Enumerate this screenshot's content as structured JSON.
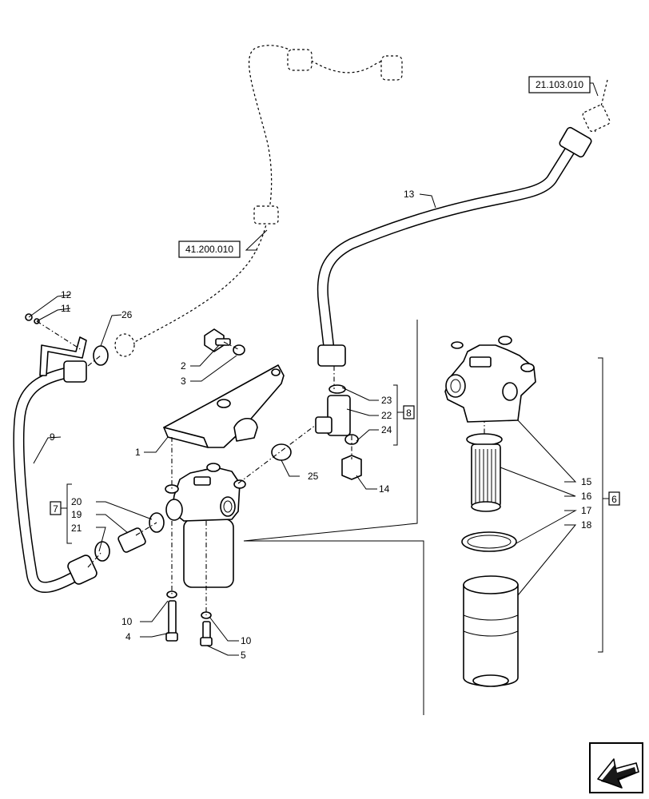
{
  "references": {
    "ref_200": "41.200.010",
    "ref_103": "21.103.010"
  },
  "callouts": {
    "c1": "1",
    "c2": "2",
    "c3": "3",
    "c4": "4",
    "c5": "5",
    "c9": "9",
    "c10a": "10",
    "c10b": "10",
    "c11": "11",
    "c12": "12",
    "c13": "13",
    "c14": "14",
    "c15": "15",
    "c16": "16",
    "c17": "17",
    "c18": "18",
    "c19": "19",
    "c20": "20",
    "c21": "21",
    "c22": "22",
    "c23": "23",
    "c24": "24",
    "c25": "25",
    "c26": "26"
  },
  "kits": {
    "k6": "6",
    "k7": "7",
    "k8": "8"
  },
  "icons": {
    "nav": "arrow-back-icon"
  }
}
